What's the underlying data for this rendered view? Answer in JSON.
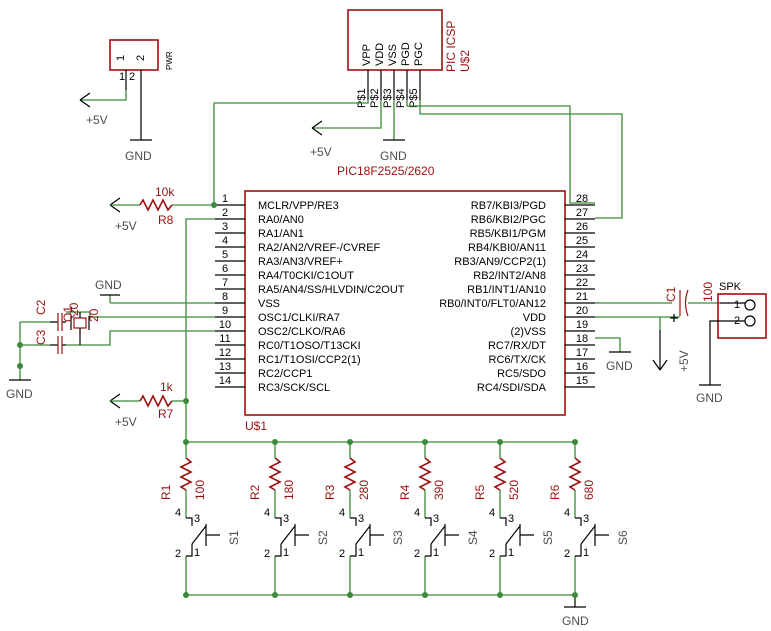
{
  "colors": {
    "wire": "#3a8a3a",
    "body": "#9a1010",
    "pin": "#000000",
    "label": "#4d4d4d",
    "background": "#ffffff"
  },
  "mcu": {
    "name": "PIC18F2525/2620",
    "ref": "U$1",
    "left_pins": [
      {
        "num": "1",
        "name": "MCLR/VPP/RE3"
      },
      {
        "num": "2",
        "name": "RA0/AN0"
      },
      {
        "num": "3",
        "name": "RA1/AN1"
      },
      {
        "num": "4",
        "name": "RA2/AN2/VREF-/CVREF"
      },
      {
        "num": "5",
        "name": "RA3/AN3/VREF+"
      },
      {
        "num": "6",
        "name": "RA4/T0CKI/C1OUT"
      },
      {
        "num": "7",
        "name": "RA5/AN4/SS/HLVDIN/C2OUT"
      },
      {
        "num": "8",
        "name": "VSS"
      },
      {
        "num": "9",
        "name": "OSC1/CLKI/RA7"
      },
      {
        "num": "10",
        "name": "OSC2/CLKO/RA6"
      },
      {
        "num": "11",
        "name": "RC0/T1OSO/T13CKI"
      },
      {
        "num": "12",
        "name": "RC1/T1OSI/CCP2(1)"
      },
      {
        "num": "13",
        "name": "RC2/CCP1"
      },
      {
        "num": "14",
        "name": "RC3/SCK/SCL"
      }
    ],
    "right_pins": [
      {
        "num": "28",
        "name": "RB7/KBI3/PGD"
      },
      {
        "num": "27",
        "name": "RB6/KBI2/PGC"
      },
      {
        "num": "26",
        "name": "RB5/KBI1/PGM"
      },
      {
        "num": "25",
        "name": "RB4/KBI0/AN11"
      },
      {
        "num": "24",
        "name": "RB3/AN9/CCP2(1)"
      },
      {
        "num": "23",
        "name": "RB2/INT2/AN8"
      },
      {
        "num": "22",
        "name": "RB1/INT1/AN10"
      },
      {
        "num": "21",
        "name": "RB0/INT0/FLT0/AN12"
      },
      {
        "num": "20",
        "name": "VDD"
      },
      {
        "num": "19",
        "name": "(2)VSS"
      },
      {
        "num": "18",
        "name": "RC7/RX/DT"
      },
      {
        "num": "17",
        "name": "RC6/TX/CK"
      },
      {
        "num": "16",
        "name": "RC5/SDO"
      },
      {
        "num": "15",
        "name": "RC4/SDI/SDA"
      }
    ]
  },
  "icsp": {
    "title": "PIC ICSP",
    "ref": "U$2",
    "pins": [
      {
        "name": "VPP",
        "pad": "P$1"
      },
      {
        "name": "VDD",
        "pad": "P$2"
      },
      {
        "name": "VSS",
        "pad": "P$3"
      },
      {
        "name": "PGD",
        "pad": "P$4"
      },
      {
        "name": "PGC",
        "pad": "P$5"
      }
    ]
  },
  "pwr": {
    "label": "PWR",
    "pin1": "1",
    "pin2": "2"
  },
  "spk": {
    "label": "SPK",
    "pin1": "1",
    "pin2": "2"
  },
  "c1": {
    "ref": "C1",
    "value": "100"
  },
  "c2": {
    "ref": "C2",
    "value": "20"
  },
  "c3": {
    "ref": "C3",
    "value": "20"
  },
  "crystal": {
    "ref": "Q1"
  },
  "r7": {
    "ref": "R7",
    "value": "1k"
  },
  "r8": {
    "ref": "R8",
    "value": "10k"
  },
  "ladder": [
    {
      "r_ref": "R1",
      "r_val": "100",
      "s_ref": "S1"
    },
    {
      "r_ref": "R2",
      "r_val": "180",
      "s_ref": "S2"
    },
    {
      "r_ref": "R3",
      "r_val": "280",
      "s_ref": "S3"
    },
    {
      "r_ref": "R4",
      "r_val": "390",
      "s_ref": "S4"
    },
    {
      "r_ref": "R5",
      "r_val": "520",
      "s_ref": "S5"
    },
    {
      "r_ref": "R6",
      "r_val": "680",
      "s_ref": "S6"
    }
  ],
  "switch_pins": {
    "p1": "1",
    "p2": "2",
    "p3": "3",
    "p4": "4"
  },
  "net": {
    "plus5v": "+5V",
    "gnd": "GND"
  }
}
